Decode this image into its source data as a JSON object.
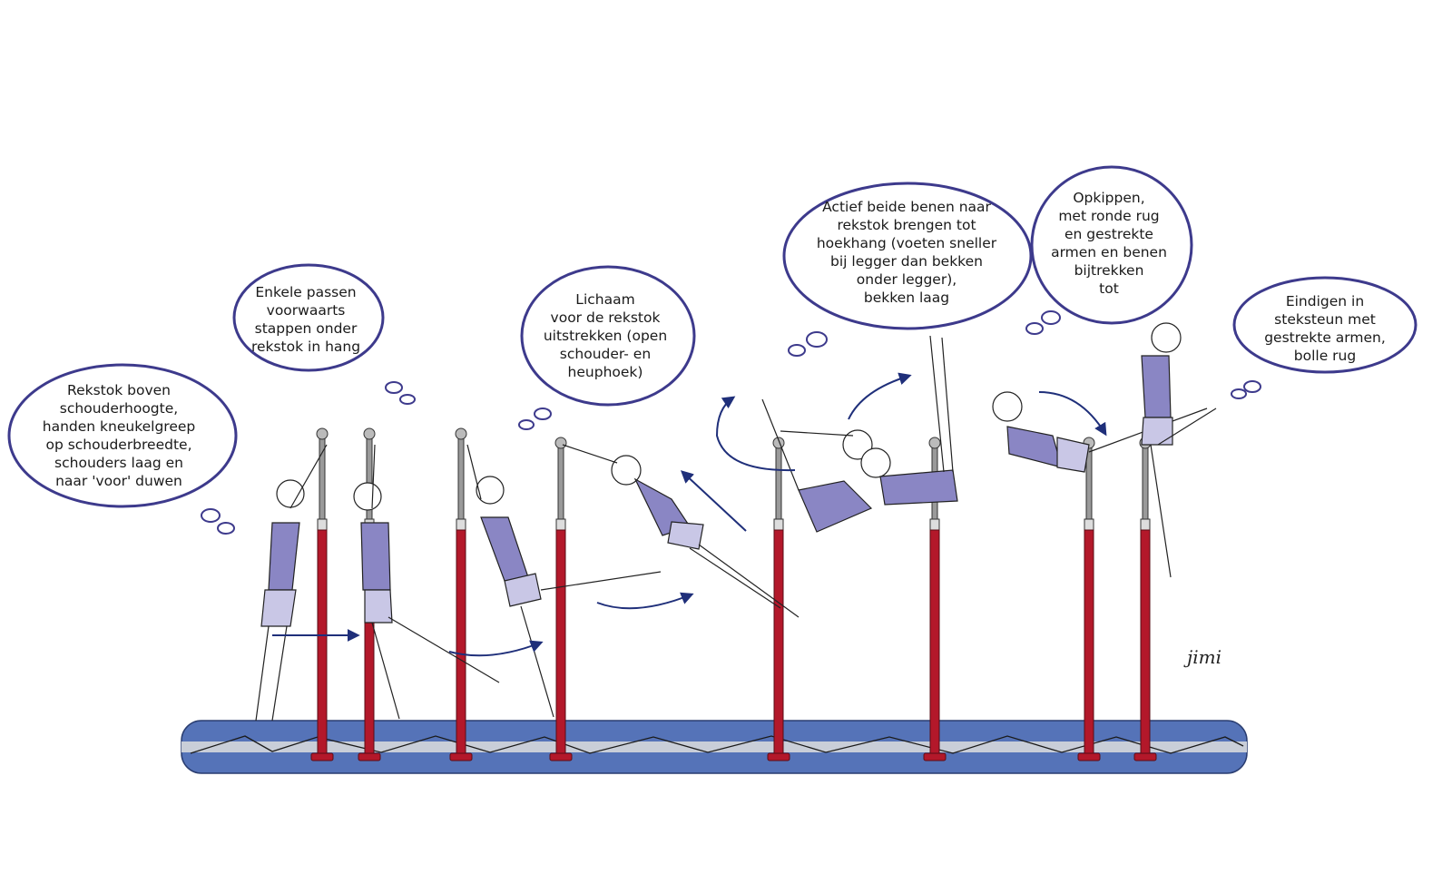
{
  "bubbles": [
    {
      "id": "step-1",
      "lines": [
        "Rekstok boven",
        "schouderhoogte,",
        "handen kneukelgreep",
        "op schouderbreedte,",
        "schouders laag en",
        "naar 'voor' duwen"
      ]
    },
    {
      "id": "step-2",
      "lines": [
        "Enkele passen",
        "voorwaarts",
        "stappen onder",
        "rekstok in hang"
      ]
    },
    {
      "id": "step-3",
      "lines": [
        "Lichaam",
        "voor de rekstok",
        "uitstrekken (open",
        "schouder- en",
        "heuphoek)"
      ]
    },
    {
      "id": "step-4",
      "lines": [
        "Actief beide benen naar",
        "rekstok brengen tot",
        "hoekhang (voeten sneller",
        "bij legger dan bekken",
        "onder legger),",
        "bekken laag"
      ]
    },
    {
      "id": "step-5",
      "lines": [
        "Opkippen,",
        "met ronde rug",
        "en gestrekte",
        "armen en benen",
        "bijtrekken",
        "tot"
      ]
    },
    {
      "id": "step-6",
      "lines": [
        "Eindigen in",
        "steksteun met",
        "gestrekte armen,",
        "bolle rug"
      ]
    }
  ],
  "signature": "jimi",
  "colors": {
    "bubble_outline": "#3d3a8c",
    "bar_red": "#b3182a",
    "mat_blue": "#5573b8",
    "leotard": "#8a86c4",
    "arrow": "#1f2f7a"
  }
}
